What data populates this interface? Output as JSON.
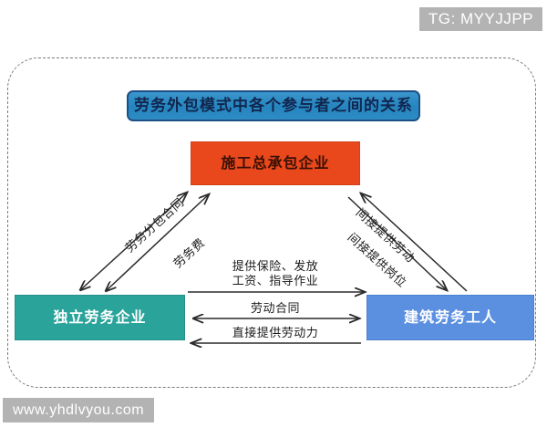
{
  "watermarks": {
    "top_right": "TG: MYYJJPP",
    "bottom_left": "www.yhdlvyou.com"
  },
  "diagram": {
    "title": "劳务外包模式中各个参与者之间的关系",
    "nodes": [
      {
        "id": "contractor",
        "label": "施工总承包企业",
        "color": "#e8481c"
      },
      {
        "id": "labor_firm",
        "label": "独立劳务企业",
        "color": "#2aa39a"
      },
      {
        "id": "workers",
        "label": "建筑劳务工人",
        "color": "#5b8fe0"
      }
    ],
    "edges": [
      {
        "id": "subcontract",
        "label": "劳务分包合同",
        "from": "labor_firm",
        "to": "contractor",
        "direction": "both"
      },
      {
        "id": "service_fee",
        "label": "劳务费",
        "from": "contractor",
        "to": "labor_firm",
        "direction": "both"
      },
      {
        "id": "indirect_labor",
        "label": "间接提供劳动",
        "from": "workers",
        "to": "contractor",
        "direction": "up"
      },
      {
        "id": "indirect_post",
        "label": "间接提供岗位",
        "from": "contractor",
        "to": "workers",
        "direction": "down"
      },
      {
        "id": "insurance",
        "label": "提供保险、发放",
        "label_line2": "工资、指导作业",
        "from": "labor_firm",
        "to": "workers",
        "direction": "right"
      },
      {
        "id": "labor_contract",
        "label": "劳动合同",
        "from": "labor_firm",
        "to": "workers",
        "direction": "both"
      },
      {
        "id": "direct_labor",
        "label": "直接提供劳动力",
        "from": "workers",
        "to": "labor_firm",
        "direction": "left"
      }
    ]
  },
  "colors": {
    "title_bar": "#2585bf",
    "title_border": "#1d4f86",
    "orange": "#e8481c",
    "teal": "#2aa39a",
    "blue": "#5b8fe0",
    "frame_border": "#7b7b80",
    "watermark_bg": "#b3b3b3"
  }
}
